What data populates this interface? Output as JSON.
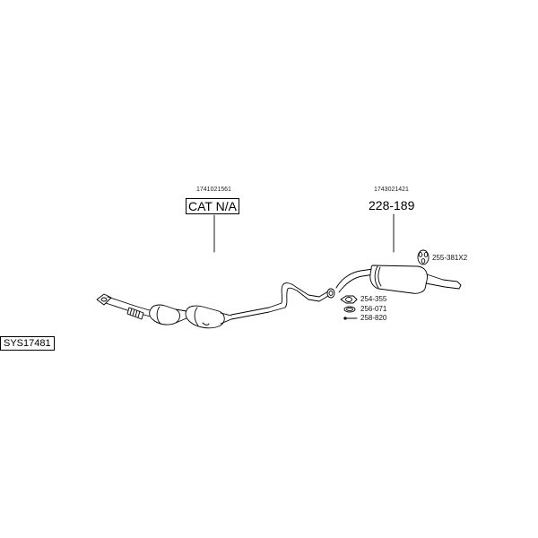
{
  "system": {
    "id": "SYS17481"
  },
  "assemblies": [
    {
      "ref_number": "1741021561",
      "part": "CAT N/A",
      "boxed": true
    },
    {
      "ref_number": "1743021421",
      "part": "228-189",
      "boxed": false
    }
  ],
  "accessories": [
    {
      "code": "255-381X2",
      "icon": "rubber-hanger-icon"
    },
    {
      "code": "254-355",
      "icon": "gasket-icon"
    },
    {
      "code": "256-071",
      "icon": "ring-clamp-icon"
    },
    {
      "code": "258-820",
      "icon": "bolt-icon"
    }
  ]
}
